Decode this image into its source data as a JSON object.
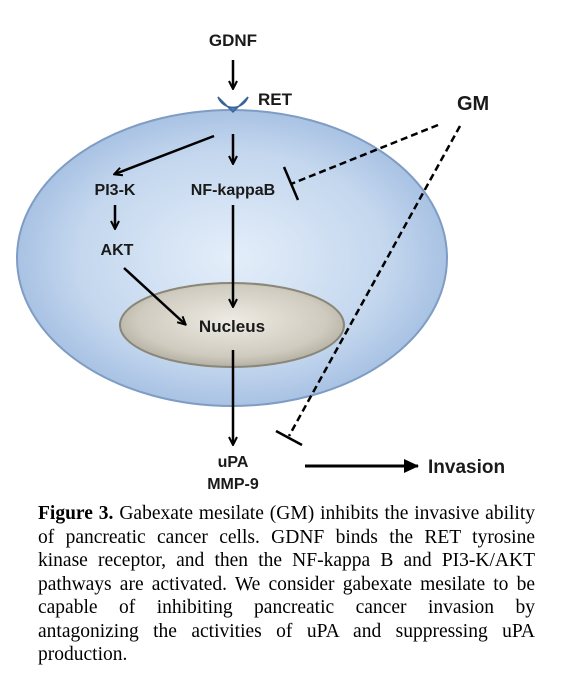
{
  "diagram": {
    "labels": {
      "gdnf": "GDNF",
      "ret": "RET",
      "gm": "GM",
      "pi3k": "PI3-K",
      "nfkappab": "NF-kappaB",
      "akt": "AKT",
      "nucleus": "Nucleus",
      "upa": "uPA",
      "mmp9": "MMP-9",
      "invasion": "Invasion"
    },
    "colors": {
      "cell_fill": "#c4d7ee",
      "cell_stroke": "#7e9cc4",
      "nucleus_fill": "#cfcbbf",
      "nucleus_stroke": "#8a8678",
      "receptor_fill": "#4b7dbf",
      "line": "#000000"
    }
  },
  "caption": {
    "label": "Figure 3.",
    "text": " Gabexate mesilate (GM) inhibits the invasive ability of pancreatic cancer cells. GDNF binds the RET tyrosine kinase receptor, and then the NF-kappa B and PI3-K/AKT pathways are activated. We consider gabexate mesilate to be capable of inhibiting pancreatic cancer invasion by antagonizing the activities of uPA and suppressing uPA production."
  }
}
